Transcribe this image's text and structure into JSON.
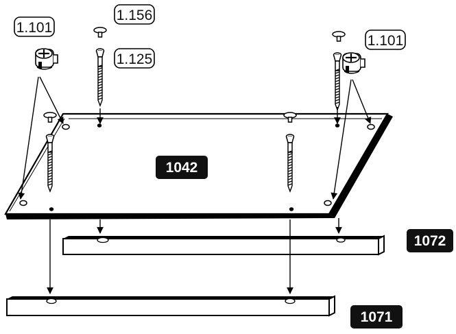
{
  "callouts": {
    "cam_left": "1.101",
    "cam_right": "1.101",
    "cap": "1.156",
    "screw": "1.125"
  },
  "parts": {
    "panel": "1042",
    "rail_back": "1072",
    "rail_front": "1071"
  },
  "colors": {
    "ink": "#000000",
    "paper": "#ffffff",
    "label_bg": "#111111"
  },
  "icons": [
    "cam-lock-icon",
    "screw-icon",
    "cap-icon",
    "arrow-icon",
    "dowel-hole-icon"
  ]
}
